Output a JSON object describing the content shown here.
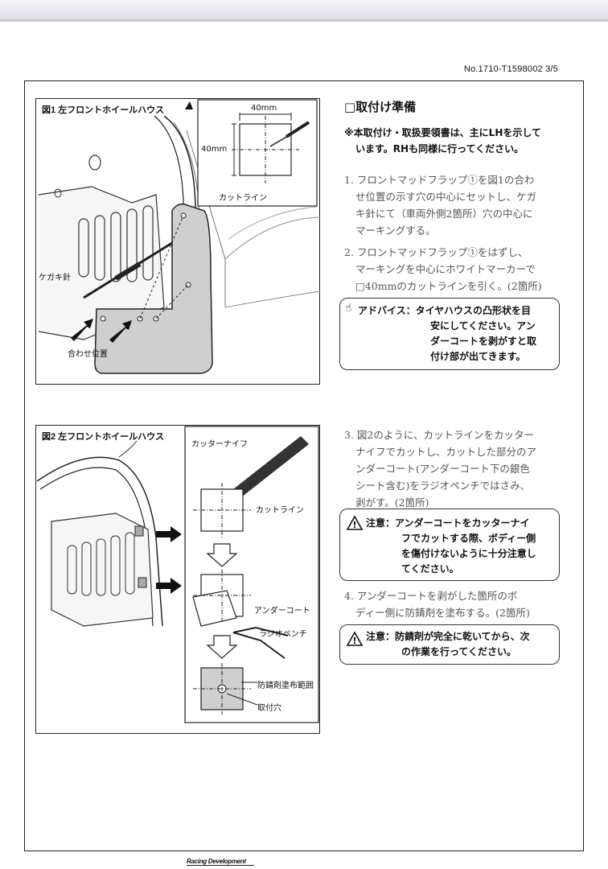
{
  "header": {
    "doc_number": "No.1710-T1598002 3/5"
  },
  "figure1": {
    "title": "図1 左フロントホイールハウス",
    "inset_width": "40mm",
    "inset_height": "40mm",
    "inset_caption": "カットライン",
    "label_scriber": "ケガキ針",
    "label_alignment": "合わせ位置"
  },
  "figure2": {
    "title": "図2 左フロントホイールハウス",
    "label_cutter": "カッターナイフ",
    "label_cutline": "カットライン",
    "label_undercoat": "アンダーコート",
    "label_pliers": "ラジオペンチ",
    "label_rustproof": "防錆剤塗布範囲",
    "label_hole": "取付穴"
  },
  "section": {
    "heading": "□取付け準備",
    "note_line1": "※本取付け・取扱要領書は、主にLHを示して",
    "note_line2": "います。RHも同様に行ってください。"
  },
  "steps": [
    {
      "lines": [
        "1. フロントマッドフラップ①を図1の合わ",
        "せ位置の示す穴の中心にセットし、ケガ",
        "キ針にて（車両外側2箇所）穴の中心に",
        "マーキングする。"
      ]
    },
    {
      "lines": [
        "2. フロントマッドフラップ①をはずし、",
        "マーキングを中心にホワイトマーカーで",
        "□40mmのカットラインを引く。(2箇所)"
      ]
    },
    {
      "lines": [
        "3. 図2のように、カットラインをカッター",
        "ナイフでカットし、カットした部分のア",
        "ンダーコート(アンダーコート下の銀色",
        "シート含む)をラジオペンチではさみ、",
        "剥がす。(2箇所)"
      ]
    },
    {
      "lines": [
        "4. アンダーコートを剥がした箇所のボ",
        "ディー側に防錆剤を塗布する。(2箇所)"
      ]
    }
  ],
  "callouts": {
    "advice": {
      "lines": [
        "アドバイス：タイヤハウスの凸形状を目",
        "安にしてください。アン",
        "ダーコートを剥がすと取",
        "付け部が出てきます。"
      ]
    },
    "caution1": {
      "lines": [
        "注意：アンダーコートをカッターナイ",
        "フでカットする際、ボディー側",
        "を傷付けないように十分注意し",
        "てください。"
      ]
    },
    "caution2": {
      "lines": [
        "注意：防錆剤が完全に乾いてから、次",
        "の作業を行ってください。"
      ]
    }
  },
  "footer": {
    "brand": "Racing Development"
  }
}
